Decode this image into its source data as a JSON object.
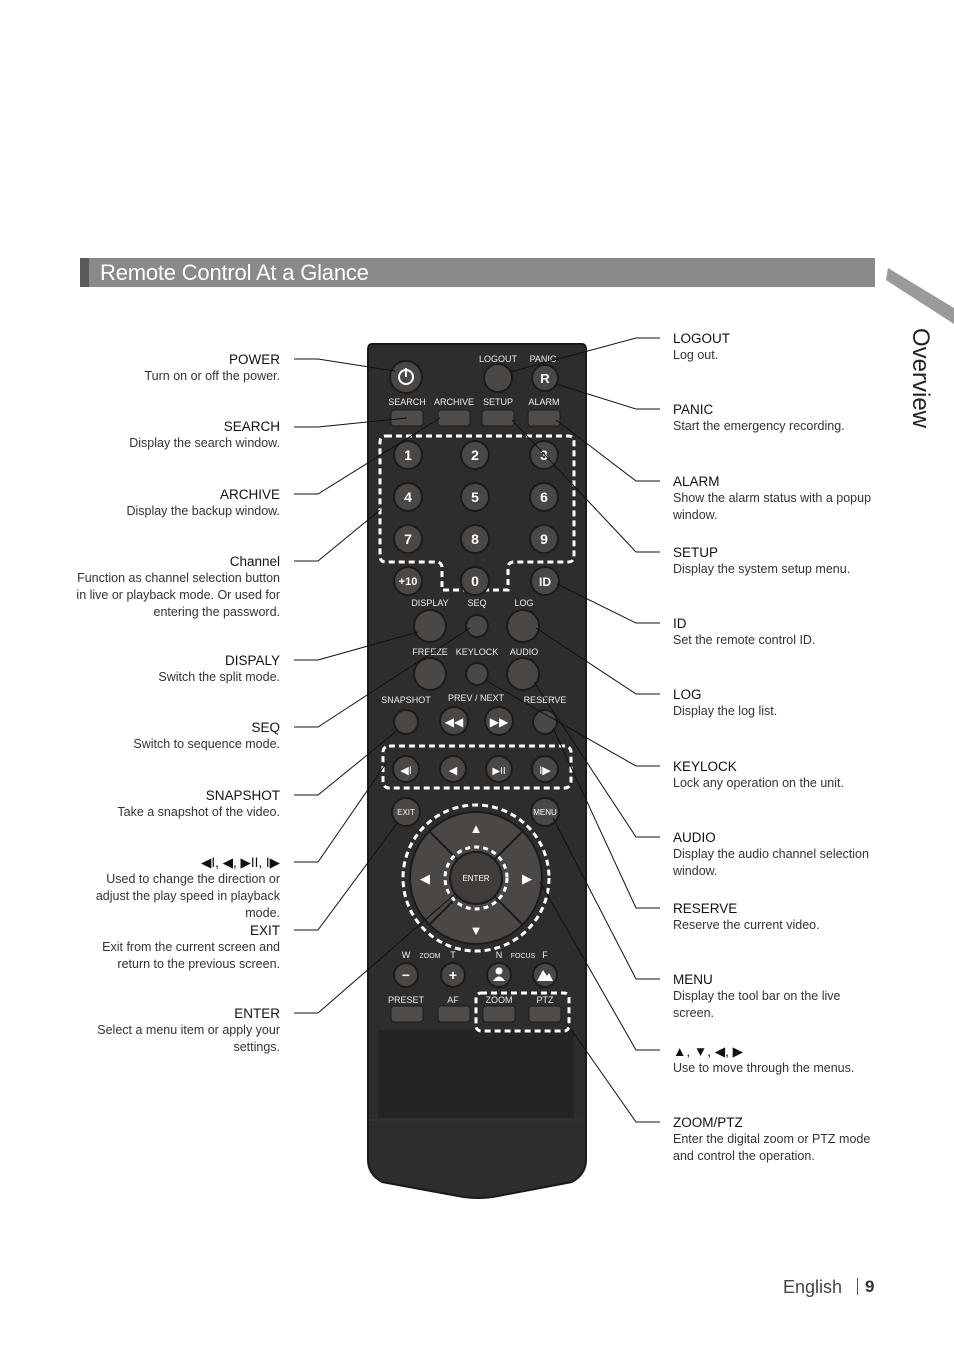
{
  "section_title": "Remote Control At a Glance",
  "side_tab": "Overview",
  "footer": {
    "language": "English",
    "page": "9"
  },
  "left_callouts": [
    {
      "title": "POWER",
      "desc": "Turn on or off the power."
    },
    {
      "title": "SEARCH",
      "desc": "Display the search window."
    },
    {
      "title": "ARCHIVE",
      "desc": "Display the backup window."
    },
    {
      "title": "Channel",
      "desc": "Function as channel selection button in live or playback mode. Or used for entering the password."
    },
    {
      "title": "DISPALY",
      "desc": "Switch the split mode."
    },
    {
      "title": "SEQ",
      "desc": "Switch to sequence mode."
    },
    {
      "title": "SNAPSHOT",
      "desc": "Take a snapshot of the video."
    },
    {
      "title": "◀I, ◀, ▶II, I▶",
      "desc": "Used to change the direction or adjust the play speed in playback mode."
    },
    {
      "title": "EXIT",
      "desc": "Exit from the current screen and return to the previous screen."
    },
    {
      "title": "ENTER",
      "desc": "Select a menu item or apply your settings."
    }
  ],
  "right_callouts": [
    {
      "title": "LOGOUT",
      "desc": "Log out."
    },
    {
      "title": "PANIC",
      "desc": "Start the emergency recording."
    },
    {
      "title": "ALARM",
      "desc": "Show the alarm status with a popup window."
    },
    {
      "title": "SETUP",
      "desc": "Display the system setup menu."
    },
    {
      "title": "ID",
      "desc": "Set the remote control ID."
    },
    {
      "title": "LOG",
      "desc": "Display the log list."
    },
    {
      "title": "KEYLOCK",
      "desc": "Lock any operation on the unit."
    },
    {
      "title": "AUDIO",
      "desc": "Display the audio channel selection window."
    },
    {
      "title": "RESERVE",
      "desc": "Reserve the current video."
    },
    {
      "title": "MENU",
      "desc": "Display the tool bar on the live screen."
    },
    {
      "title": "▲, ▼, ◀, ▶",
      "desc": "Use to move through the menus."
    },
    {
      "title": "ZOOM/PTZ",
      "desc": "Enter the digital zoom or PTZ mode and control the operation."
    }
  ],
  "remote": {
    "logout": "LOGOUT",
    "panic": "PANIC",
    "panic_key": "R",
    "search": "SEARCH",
    "archive": "ARCHIVE",
    "setup": "SETUP",
    "alarm": "ALARM",
    "digits": [
      "1",
      "2",
      "3",
      "4",
      "5",
      "6",
      "7",
      "8",
      "9"
    ],
    "plus10": "+10",
    "zero": "0",
    "id": "ID",
    "display": "DISPLAY",
    "seq": "SEQ",
    "log": "LOG",
    "freeze": "FREEZE",
    "keylock": "KEYLOCK",
    "audio": "AUDIO",
    "snapshot": "SNAPSHOT",
    "prevnext": "PREV / NEXT",
    "reserve": "RESERVE",
    "exit": "EXIT",
    "menu": "MENU",
    "enter": "ENTER",
    "w": "W",
    "zoom_small": "ZOOM",
    "t": "T",
    "n": "N",
    "focus_small": "FOCUS",
    "f": "F",
    "preset": "PRESET",
    "af": "AF",
    "zoom": "ZOOM",
    "ptz": "PTZ"
  }
}
